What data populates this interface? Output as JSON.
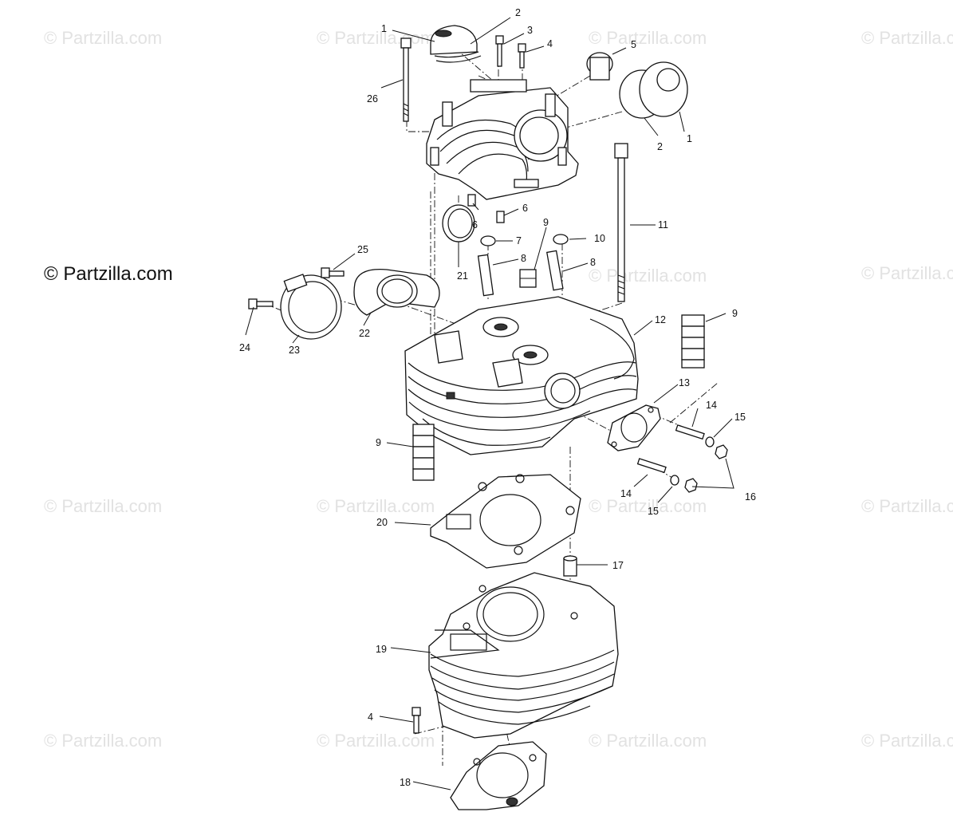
{
  "copyright": "© Partzilla.com",
  "watermark": "© Partzilla.com",
  "callouts": {
    "c1a": "1",
    "c2a": "2",
    "c3": "3",
    "c4a": "4",
    "c5": "5",
    "c2b": "2",
    "c1b": "1",
    "c26": "26",
    "c6a": "6",
    "c6b": "6",
    "c11": "11",
    "c9a": "9",
    "c7": "7",
    "c10": "10",
    "c8a": "8",
    "c8b": "8",
    "c25": "25",
    "c21": "21",
    "c24": "24",
    "c22": "22",
    "c23": "23",
    "c12": "12",
    "c9b": "9",
    "c13": "13",
    "c14a": "14",
    "c15a": "15",
    "c9c": "9",
    "c14b": "14",
    "c15b": "15",
    "c16": "16",
    "c20": "20",
    "c17": "17",
    "c19": "19",
    "c4b": "4",
    "c18": "18"
  }
}
